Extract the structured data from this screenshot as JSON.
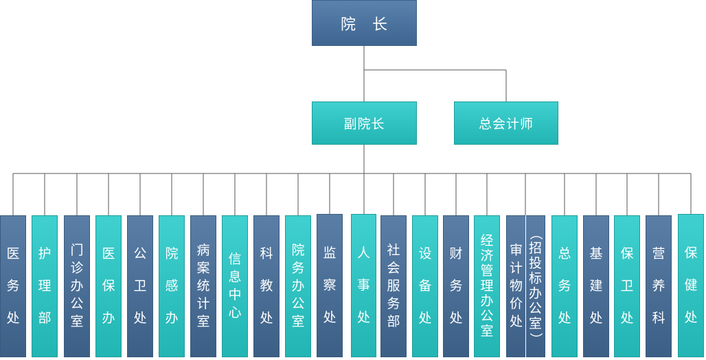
{
  "colors": {
    "top": "#4a729c",
    "teal": "#2cc3c1",
    "blue": "#4a6d96",
    "line": "#555555"
  },
  "top_node": {
    "label": "院　长"
  },
  "second_level": {
    "vice": "副院长",
    "accountant": "总会计师"
  },
  "departments": [
    {
      "label": "医务处",
      "style": "blue"
    },
    {
      "label": "护理部",
      "style": "teal"
    },
    {
      "label": "门诊办公室",
      "style": "blue"
    },
    {
      "label": "医保办",
      "style": "teal"
    },
    {
      "label": "公卫处",
      "style": "blue"
    },
    {
      "label": "院感办",
      "style": "teal"
    },
    {
      "label": "病案统计室",
      "style": "blue"
    },
    {
      "label": "信息中心",
      "style": "teal"
    },
    {
      "label": "科教处",
      "style": "blue"
    },
    {
      "label": "院务办公室",
      "style": "teal"
    },
    {
      "label": "监察处",
      "style": "blue"
    },
    {
      "label": "人事处",
      "style": "teal"
    },
    {
      "label": "社会服务部",
      "style": "blue"
    },
    {
      "label": "设备处",
      "style": "teal"
    },
    {
      "label": "财务处",
      "style": "blue"
    },
    {
      "label": "经济管理办公室",
      "style": "teal"
    },
    {
      "label": "审计物价处",
      "style": "blue"
    },
    {
      "label": "（招投标办公室）",
      "style": "blue"
    },
    {
      "label": "总务处",
      "style": "teal"
    },
    {
      "label": "基建处",
      "style": "blue"
    },
    {
      "label": "保卫处",
      "style": "teal"
    },
    {
      "label": "营养科",
      "style": "blue"
    },
    {
      "label": "保健处",
      "style": "teal"
    }
  ]
}
